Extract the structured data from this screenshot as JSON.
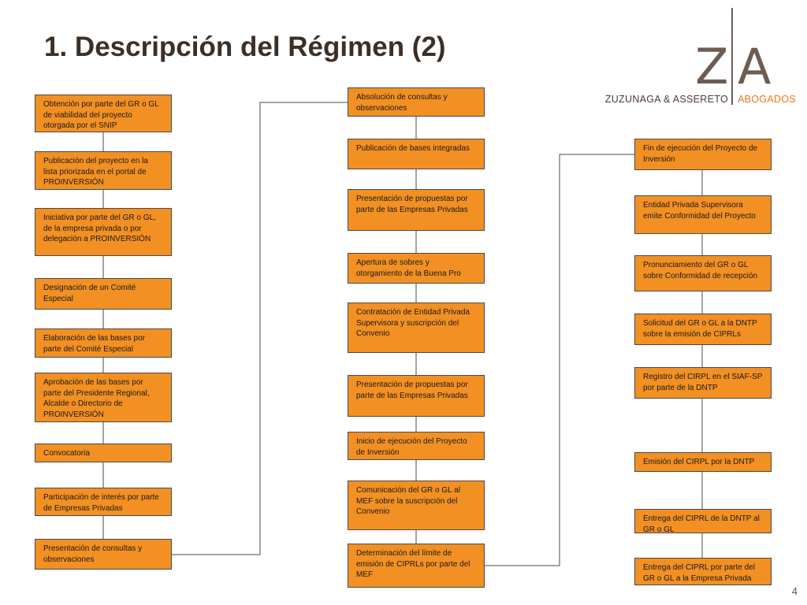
{
  "title": "1. Descripción del Régimen (2)",
  "logo": {
    "mark_left": "Z",
    "mark_right": "A",
    "firm": "ZUZUNAGA & ASSERETO",
    "tagline": "ABOGADOS"
  },
  "colors": {
    "box_fill": "#f29023",
    "box_border": "#4a4a4a",
    "connector": "#4a4a4a",
    "title": "#3c2f26",
    "logo_accent": "#e8771c"
  },
  "columns": [
    {
      "steps": [
        "Obtención por parte del GR o GL de viabilidad del proyecto otorgada por el SNIP",
        "Publicación del proyecto en la lista priorizada en el portal de PROINVERSIÓN",
        "Iniciativa por parte del GR o GL, de la empresa privada o por delegación a PROINVERSIÓN",
        "Designación de un Comité Especial",
        "Elaboración de las bases por parte del Comité Especial",
        "Aprobación de las bases por parte del Presidente Regional, Alcalde o Directorio de PROINVERSIÓN",
        "Convocatoria",
        "Participación de interés por parte de Empresas Privadas",
        "Presentación de consultas y observaciones"
      ]
    },
    {
      "steps": [
        "Absolución de consultas y observaciones",
        "Publicación de bases integradas",
        "Presentación de propuestas por parte de las Empresas Privadas",
        "Apertura de sobres y otorgamiento de la Buena Pro",
        "Contratación de Entidad Privada Supervisora y suscripción del Convenio",
        "Presentación de propuestas por parte de las Empresas Privadas",
        "Inicio de ejecución del Proyecto de Inversión",
        "Comunicación del GR o GL al MEF sobre la suscripción del Convenio",
        "Determinación del límite de emisión de CIPRLs por parte del MEF"
      ]
    },
    {
      "steps": [
        "Fin de ejecución del Proyecto de Inversión",
        "Entidad Privada Supervisora emite Conformidad del Proyecto",
        "Pronunciamiento del GR o GL sobre Conformidad de recepción",
        "Solicitud del GR o GL a la DNTP sobre la emisión de CIPRLs",
        "Registro del CIRPL en el SIAF-SP por parte de la DNTP",
        "Emisión del CIRPL por la DNTP",
        "Entrega del CIPRL de la DNTP al GR o GL",
        "Entrega del CIPRL por parte del GR o GL a la Empresa Privada"
      ]
    }
  ],
  "page_number": "4"
}
